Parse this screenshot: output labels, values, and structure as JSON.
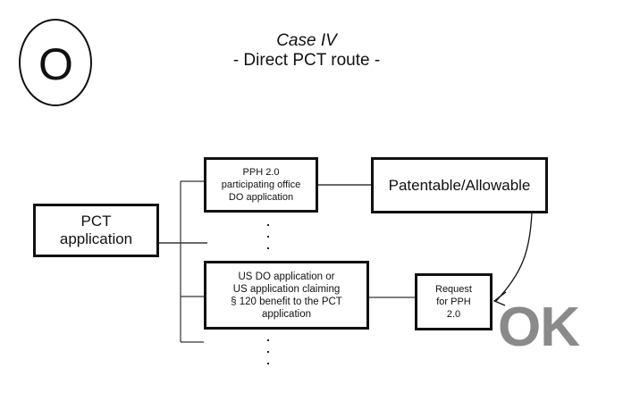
{
  "badge": {
    "symbol": "O",
    "shape": "ellipse"
  },
  "title": {
    "line1": "Case IV",
    "line2": "- Direct PCT route -"
  },
  "nodes": {
    "pct_application": "PCT\napplication",
    "pph_office_do": "PPH 2.0\nparticipating office\nDO application",
    "patentable": "Patentable/Allowable",
    "us_do_application": "US DO application or\nUS application claiming\n§ 120 benefit to the PCT\napplication",
    "request_pph": "Request\nfor PPH\n2.0"
  },
  "status": {
    "label": "OK",
    "color": "#8a8a8a"
  },
  "colors": {
    "line": "#111111",
    "background": "#ffffff"
  }
}
